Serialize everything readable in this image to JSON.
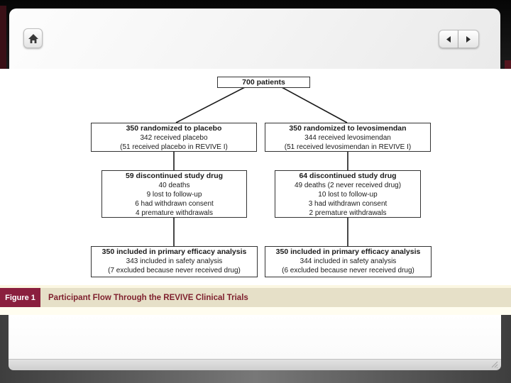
{
  "toolbar": {
    "home_icon": "home-icon",
    "prev_icon": "left-arrow-icon",
    "next_icon": "right-arrow-icon"
  },
  "flowchart": {
    "nodes": [
      {
        "id": "total",
        "title": "700 patients",
        "lines": []
      },
      {
        "id": "placebo-randomized",
        "title": "350 randomized to placebo",
        "lines": [
          "342 received placebo",
          "(51 received placebo in REVIVE I)"
        ]
      },
      {
        "id": "levosimendan-randomized",
        "title": "350 randomized to levosimendan",
        "lines": [
          "344 received levosimendan",
          "(51 received levosimendan in REVIVE I)"
        ]
      },
      {
        "id": "placebo-discontinued",
        "title": "59 discontinued study drug",
        "lines": [
          "40 deaths",
          "9 lost to follow-up",
          "6 had withdrawn consent",
          "4 premature withdrawals"
        ]
      },
      {
        "id": "levosimendan-discontinued",
        "title": "64 discontinued study drug",
        "lines": [
          "49 deaths (2 never received drug)",
          "10 lost to follow-up",
          "3 had withdrawn consent",
          "2 premature withdrawals"
        ]
      },
      {
        "id": "placebo-analysis",
        "title": "350 included in primary efficacy analysis",
        "lines": [
          "343 included in safety analysis",
          "(7 excluded because never received drug)"
        ]
      },
      {
        "id": "levosimendan-analysis",
        "title": "350 included in primary efficacy analysis",
        "lines": [
          "344 included in safety analysis",
          "(6 excluded because never received drug)"
        ]
      }
    ]
  },
  "caption": {
    "label": "Figure 1",
    "title": "Participant Flow Through the REVIVE Clinical Trials"
  },
  "colors": {
    "figure_label_bg": "#8a1f3e",
    "caption_text": "#7e1f2d",
    "caption_bar_bg": "#e6e0c8",
    "accent_stripe": "#3a1016",
    "topbar_bg": "#121212",
    "flow_line": "#1a1a1a"
  }
}
